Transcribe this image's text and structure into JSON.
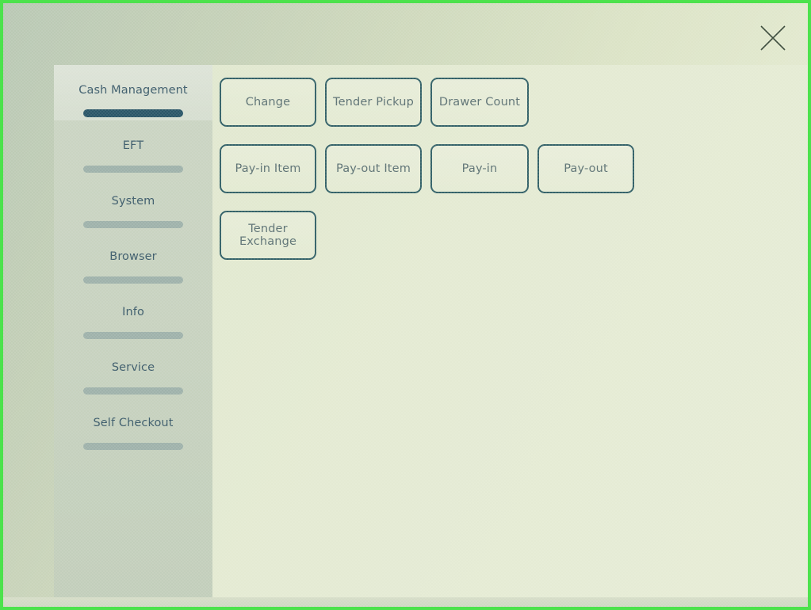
{
  "window": {
    "close_label": "×",
    "close_icon": "close-x-icon",
    "accent_border_color": "#4ce24c",
    "active_indicator_color": "#2a5668",
    "inactive_indicator_color": "#9fb2ab",
    "tile_border_color": "#336168",
    "sidebar_text_color": "#3d5c6b",
    "tile_text_color": "#5d7274"
  },
  "sidebar": {
    "items": [
      {
        "label": "Cash Management",
        "active": true
      },
      {
        "label": "EFT",
        "active": false
      },
      {
        "label": "System",
        "active": false
      },
      {
        "label": "Browser",
        "active": false
      },
      {
        "label": "Info",
        "active": false
      },
      {
        "label": "Service",
        "active": false
      },
      {
        "label": "Self Checkout",
        "active": false
      }
    ]
  },
  "content": {
    "tiles": [
      {
        "label": "Change"
      },
      {
        "label": "Tender Pickup"
      },
      {
        "label": "Drawer Count"
      },
      {
        "label": "Pay-in Item"
      },
      {
        "label": "Pay-out Item"
      },
      {
        "label": "Pay-in"
      },
      {
        "label": "Pay-out"
      },
      {
        "label": "Tender Exchange"
      }
    ]
  }
}
